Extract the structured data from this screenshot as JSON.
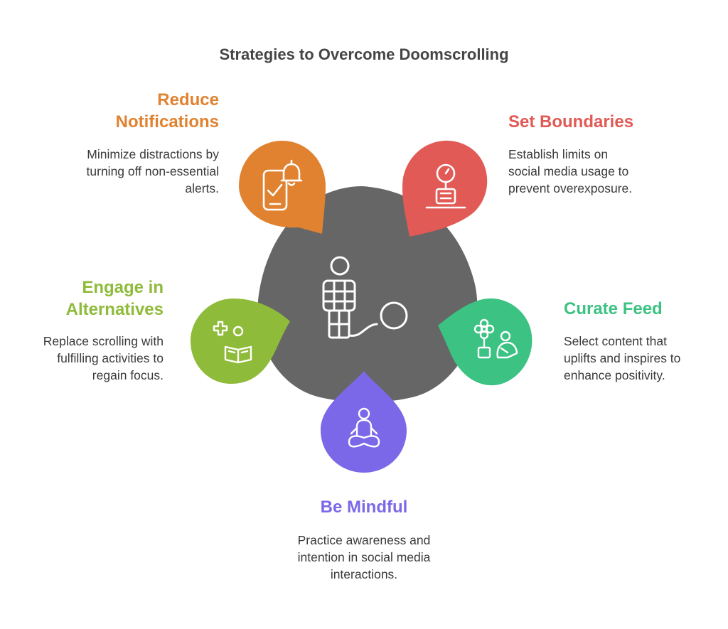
{
  "title": "Strategies to Overcome Doomscrolling",
  "colors": {
    "hub": "#666666",
    "orange": "#E08230",
    "red": "#E15A55",
    "green": "#3CC283",
    "purple": "#7B68E8",
    "lime": "#8FBB3A",
    "icon_stroke": "#ffffff"
  },
  "center_icon": "person-on-treadmill-icon",
  "items": [
    {
      "id": "reduce-notifications",
      "heading": "Reduce Notifications",
      "heading_lines": [
        "Reduce",
        "Notifications"
      ],
      "description_lines": [
        "Minimize distractions by",
        "turning off non-essential",
        "alerts."
      ],
      "color": "#E08230",
      "icon": "phone-bell-check-icon"
    },
    {
      "id": "set-boundaries",
      "heading": "Set Boundaries",
      "heading_lines": [
        "Set Boundaries"
      ],
      "description_lines": [
        "Establish limits on",
        "social media usage to",
        "prevent overexposure."
      ],
      "color": "#E15A55",
      "icon": "timer-laptop-icon"
    },
    {
      "id": "curate-feed",
      "heading": "Curate Feed",
      "heading_lines": [
        "Curate Feed"
      ],
      "description_lines": [
        "Select content that",
        "uplifts and inspires to",
        "enhance positivity."
      ],
      "color": "#3CC283",
      "icon": "flower-person-icon"
    },
    {
      "id": "be-mindful",
      "heading": "Be Mindful",
      "heading_lines": [
        "Be Mindful"
      ],
      "description_lines": [
        "Practice awareness and",
        "intention in social media",
        "interactions."
      ],
      "color": "#7B68E8",
      "icon": "meditating-person-icon"
    },
    {
      "id": "engage-in-alternatives",
      "heading": "Engage in Alternatives",
      "heading_lines": [
        "Engage in",
        "Alternatives"
      ],
      "description_lines": [
        "Replace scrolling with",
        "fulfilling activities to",
        "regain focus."
      ],
      "color": "#8FBB3A",
      "icon": "reading-person-plus-icon"
    }
  ]
}
